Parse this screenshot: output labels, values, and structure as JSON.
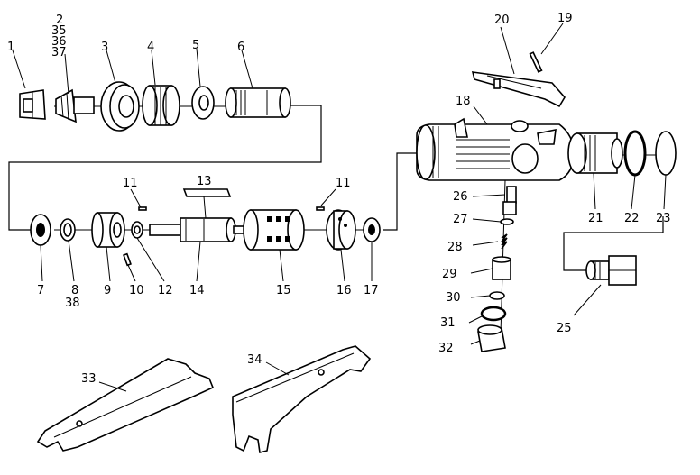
{
  "callouts": [
    {
      "id": "1",
      "label": "1"
    },
    {
      "id": "2",
      "label": "2"
    },
    {
      "id": "35",
      "label": "35"
    },
    {
      "id": "36",
      "label": "36"
    },
    {
      "id": "37",
      "label": "37"
    },
    {
      "id": "3",
      "label": "3"
    },
    {
      "id": "4",
      "label": "4"
    },
    {
      "id": "5",
      "label": "5"
    },
    {
      "id": "6",
      "label": "6"
    },
    {
      "id": "7",
      "label": "7"
    },
    {
      "id": "8",
      "label": "8"
    },
    {
      "id": "38",
      "label": "38"
    },
    {
      "id": "9",
      "label": "9"
    },
    {
      "id": "10",
      "label": "10"
    },
    {
      "id": "11a",
      "label": "11"
    },
    {
      "id": "12",
      "label": "12"
    },
    {
      "id": "13",
      "label": "13"
    },
    {
      "id": "14",
      "label": "14"
    },
    {
      "id": "15",
      "label": "15"
    },
    {
      "id": "11b",
      "label": "11"
    },
    {
      "id": "16",
      "label": "16"
    },
    {
      "id": "17",
      "label": "17"
    },
    {
      "id": "18",
      "label": "18"
    },
    {
      "id": "19",
      "label": "19"
    },
    {
      "id": "20",
      "label": "20"
    },
    {
      "id": "21",
      "label": "21"
    },
    {
      "id": "22",
      "label": "22"
    },
    {
      "id": "23",
      "label": "23"
    },
    {
      "id": "25",
      "label": "25"
    },
    {
      "id": "26",
      "label": "26"
    },
    {
      "id": "27",
      "label": "27"
    },
    {
      "id": "28",
      "label": "28"
    },
    {
      "id": "29",
      "label": "29"
    },
    {
      "id": "30",
      "label": "30"
    },
    {
      "id": "31",
      "label": "31"
    },
    {
      "id": "32",
      "label": "32"
    },
    {
      "id": "33",
      "label": "33"
    },
    {
      "id": "34",
      "label": "34"
    }
  ]
}
